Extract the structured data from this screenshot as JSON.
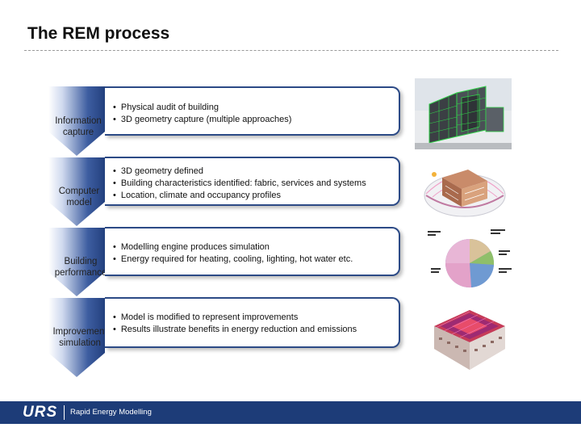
{
  "title": "The REM process",
  "steps": [
    {
      "label": "Information capture",
      "bullets": [
        "Physical audit of building",
        "3D geometry capture (multiple approaches)"
      ]
    },
    {
      "label": "Computer model",
      "bullets": [
        "3D geometry defined",
        "Building characteristics identified: fabric, services and systems",
        "Location, climate and occupancy profiles"
      ]
    },
    {
      "label": "Building performance",
      "bullets": [
        "Modelling engine produces simulation",
        "Energy required for heating, cooling, lighting, hot water etc."
      ]
    },
    {
      "label": "Improvement simulation",
      "bullets": [
        "Model is modified to represent improvements",
        "Results illustrate benefits in energy reduction and emissions"
      ]
    }
  ],
  "footer": {
    "logo": "URS",
    "text": "Rapid Energy Modelling"
  },
  "colors": {
    "chevron": "#2c4a86",
    "chevron_light": "#6d8cc4",
    "footer": "#1d3c78"
  }
}
